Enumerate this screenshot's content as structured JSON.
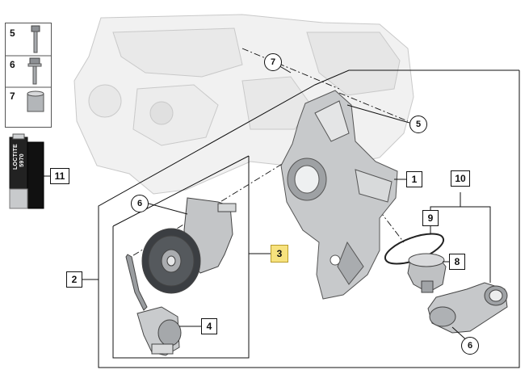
{
  "side_parts": [
    {
      "number": "5",
      "icon": "bolt-icon"
    },
    {
      "number": "6",
      "icon": "bolt-with-washer-icon"
    },
    {
      "number": "7",
      "icon": "dowel-sleeve-icon"
    }
  ],
  "adhesive": {
    "number": "11",
    "tube_lines": [
      "LOCTITE",
      "5970"
    ]
  },
  "callouts": {
    "c1": "1",
    "c2": "2",
    "c3": "3",
    "c4": "4",
    "c5": "5",
    "c6a": "6",
    "c6b": "6",
    "c7": "7",
    "c8": "8",
    "c9": "9",
    "c10": "10"
  },
  "colors": {
    "highlight": "#f7e27e",
    "line": "#111111"
  }
}
